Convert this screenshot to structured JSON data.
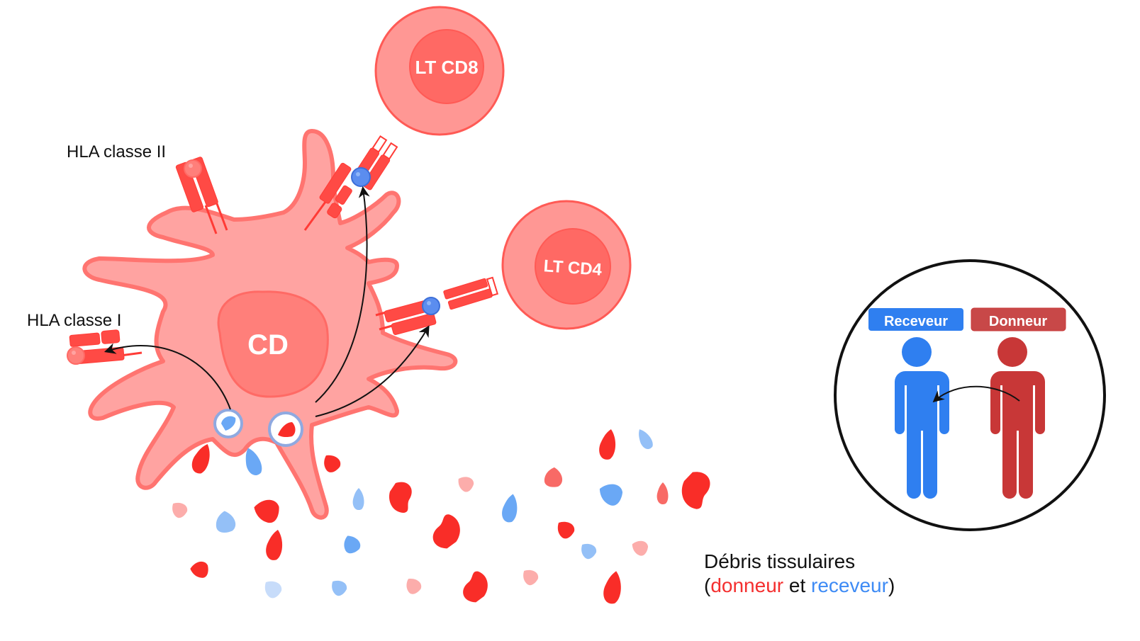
{
  "labels": {
    "hla_class_2": "HLA classe II",
    "hla_class_1": "HLA classe I",
    "dendritic_cell": "CD",
    "lt_cd8": "LT CD8",
    "lt_cd4": "LT CD4"
  },
  "inset": {
    "recipient_label": "Receveur",
    "donor_label": "Donneur"
  },
  "legend": {
    "line1": "Débris tissulaires",
    "open_paren": "(",
    "donor_word": "donneur",
    "and_word": " et ",
    "recipient_word": "receveur",
    "close_paren": ")"
  },
  "colors": {
    "cell_fill": "#FFA3A1",
    "cell_stroke": "#FF7470",
    "nucleus_fill": "#FF7F7A",
    "receptor_red": "#FF4A45",
    "antigen_blue": "#5B8DEF",
    "recipient_blue": "#2F7FF0",
    "donor_red": "#C83737",
    "debris_red": "#F92D28",
    "debris_blue": "#6AA8F5",
    "donor_text": "#F42F2F",
    "recipient_text": "#3E8BF5"
  }
}
